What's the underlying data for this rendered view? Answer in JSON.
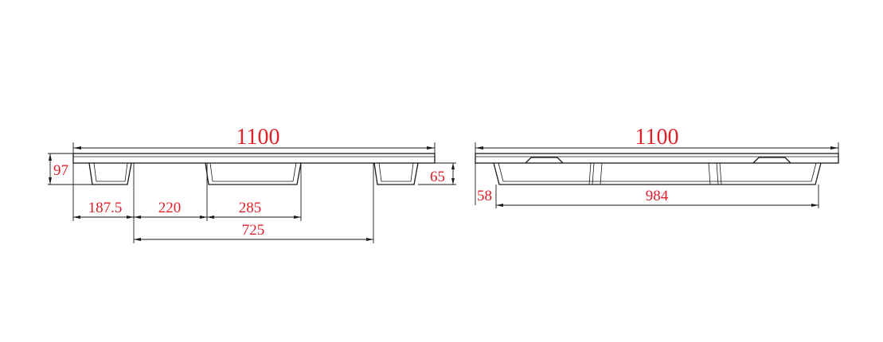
{
  "colors": {
    "dimension_text": "#e0202a",
    "lines": "#1a1a1a",
    "background": "#ffffff"
  },
  "left_view": {
    "overall_length": "1100",
    "overall_height": "97",
    "skid_height": "65",
    "edge_to_block": "187.5",
    "block_gap": "220",
    "center_block": "285",
    "outer_span": "725"
  },
  "right_view": {
    "overall_length": "1100",
    "skid_height": "58",
    "inner_length": "984"
  }
}
